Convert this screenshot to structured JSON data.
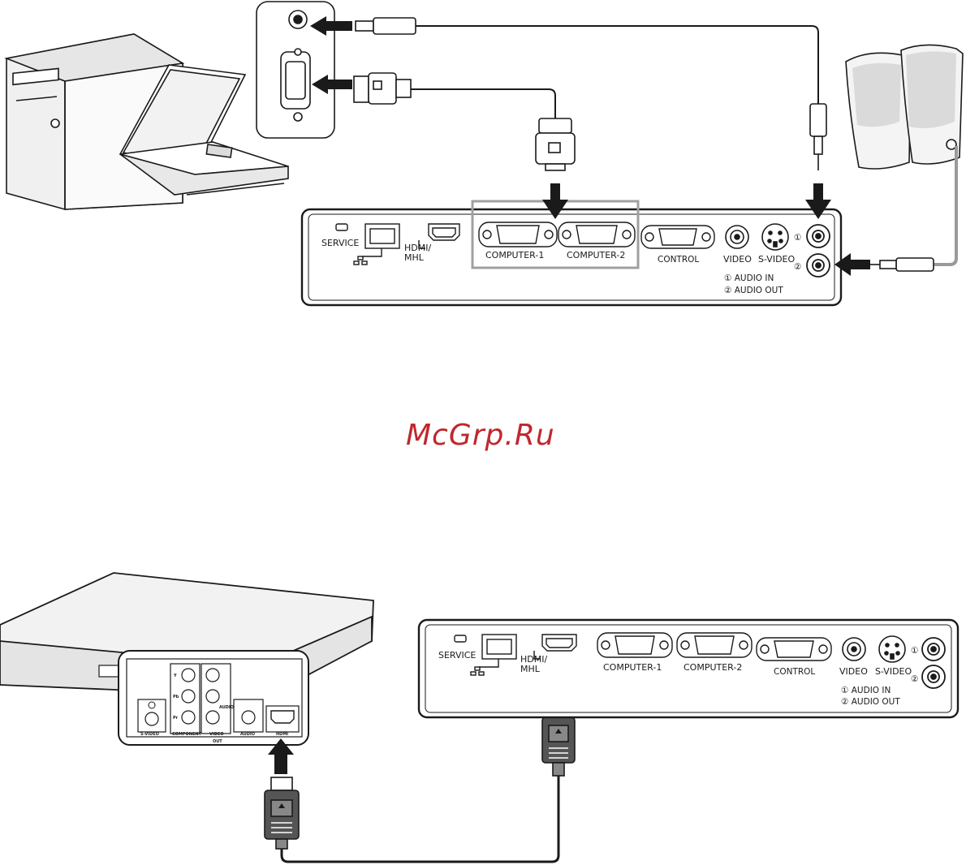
{
  "watermark": "McGrp.Ru",
  "panel": {
    "service": "SERVICE",
    "hdmi_line1": "HDMI/",
    "hdmi_line2": "MHL",
    "computer1": "COMPUTER-1",
    "computer2": "COMPUTER-2",
    "control": "CONTROL",
    "video": "VIDEO",
    "svideo": "S-VIDEO",
    "audio_in": "① AUDIO IN",
    "audio_out": "② AUDIO OUT",
    "marker1": "①",
    "marker2": "②"
  },
  "player_panel": {
    "y": "Y",
    "pb": "Pb",
    "pr": "Pr",
    "audio": "AUDIO",
    "s_video": "S-VIDEO",
    "component": "COMPONENT",
    "video": "VIDEO",
    "audio_out": "AUDIO",
    "hdmi": "HDMI",
    "out": "OUT"
  },
  "colors": {
    "line": "#1a1a1a",
    "highlight_box": "#a0a0a0",
    "cable_gray": "#9a9a9a",
    "watermark": "#c0272d"
  }
}
